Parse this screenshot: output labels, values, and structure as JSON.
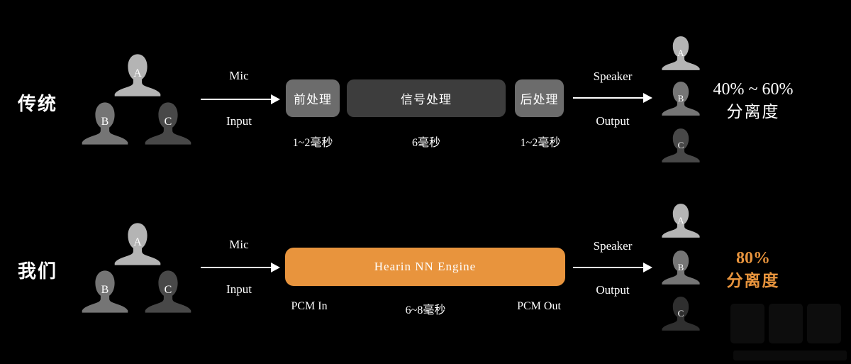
{
  "colors": {
    "background": "#000000",
    "accent_orange": "#e8943d",
    "person_a": "#b4b4b4",
    "person_b": "#757575",
    "person_c": "#484848",
    "person_c_dark": "#2f2f2f",
    "stage_box_light": "#6c6c6c",
    "stage_box_dark": "#3d3d3d",
    "text": "#ffffff"
  },
  "rows": [
    {
      "label": "传统",
      "input_persons": [
        "A",
        "B",
        "C"
      ],
      "mic_label": "Mic",
      "input_label": "Input",
      "stages": [
        {
          "name": "前处理",
          "latency": "1~2毫秒"
        },
        {
          "name": "信号处理",
          "latency": "6毫秒"
        },
        {
          "name": "后处理",
          "latency": "1~2毫秒"
        }
      ],
      "speaker_label": "Speaker",
      "output_label": "Output",
      "output_persons": [
        "A",
        "B",
        "C"
      ],
      "result_line1": "40% ~ 60%",
      "result_line2": "分离度"
    },
    {
      "label": "我们",
      "input_persons": [
        "A",
        "B",
        "C"
      ],
      "mic_label": "Mic",
      "input_label": "Input",
      "engine": {
        "name": "Hearin NN Engine",
        "pcm_in": "PCM In",
        "latency": "6~8毫秒",
        "pcm_out": "PCM Out"
      },
      "speaker_label": "Speaker",
      "output_label": "Output",
      "output_persons": [
        "A",
        "B",
        "C"
      ],
      "result_line1": "80%",
      "result_line2": "分离度"
    }
  ]
}
